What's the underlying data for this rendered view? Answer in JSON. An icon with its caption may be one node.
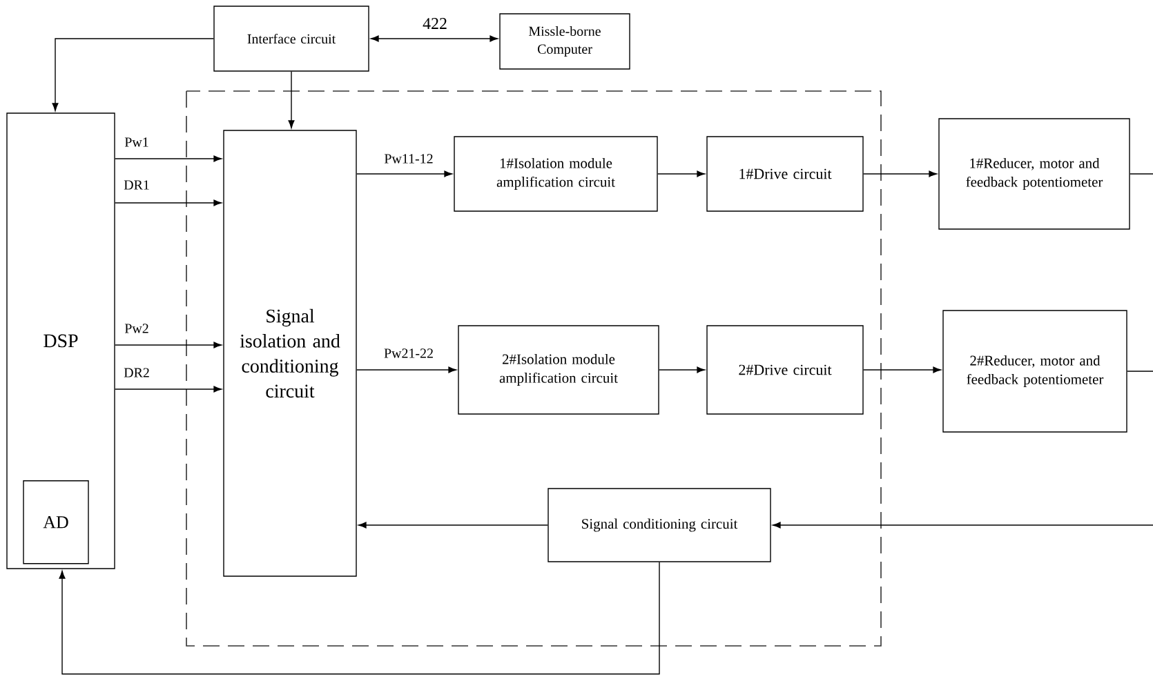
{
  "diagram": {
    "nodes": [
      {
        "text": [
          "Interface circuit"
        ]
      },
      {
        "text": [
          "Missle-borne Computer"
        ]
      },
      {
        "text": [
          "DSP"
        ]
      },
      {
        "text": [
          "AD"
        ],
        "in": 2
      },
      {
        "text": [
          "Signal isolation and conditioning circuit"
        ]
      },
      {
        "text": [
          "1#Isolation module amplification circuit"
        ]
      },
      {
        "text": [
          "1#Drive circuit"
        ]
      },
      {
        "text": [
          "1#Reducer, motor and feedback potentiometer"
        ]
      },
      {
        "text": [
          "2#Isolation module amplification circuit"
        ]
      },
      {
        "text": [
          "2#Drive circuit"
        ]
      },
      {
        "text": [
          "2#Reducer, motor and feedback potentiometer"
        ]
      },
      {
        "text": [
          "Signal conditioning circuit"
        ]
      }
    ],
    "edges": [
      {
        "from": 0,
        "to": 2,
        "arrow": "to"
      },
      {
        "from": 0,
        "to": 1,
        "arrow": "both",
        "label": "422"
      },
      {
        "from": 0,
        "to": 4,
        "arrow": "to"
      },
      {
        "from": 2,
        "to": 4,
        "arrow": "to",
        "label": "Pw1"
      },
      {
        "from": 2,
        "to": 4,
        "arrow": "to",
        "label": "DR1"
      },
      {
        "from": 2,
        "to": 4,
        "arrow": "to",
        "label": "Pw2"
      },
      {
        "from": 2,
        "to": 4,
        "arrow": "to",
        "label": "DR2"
      },
      {
        "from": 4,
        "to": 5,
        "arrow": "to",
        "label": "Pw11-12"
      },
      {
        "from": 5,
        "to": 6,
        "arrow": "to"
      },
      {
        "from": 6,
        "to": 7,
        "arrow": "to"
      },
      {
        "from": 4,
        "to": 8,
        "arrow": "to",
        "label": "Pw21-22"
      },
      {
        "from": 8,
        "to": 9,
        "arrow": "to"
      },
      {
        "from": 9,
        "to": 10,
        "arrow": "to"
      },
      {
        "from": 7,
        "to": null,
        "arrow": "none"
      },
      {
        "from": 10,
        "to": null,
        "arrow": "none"
      },
      {
        "from": null,
        "to": 11,
        "arrow": "to"
      },
      {
        "from": 11,
        "to": 4,
        "arrow": "to"
      },
      {
        "from": 11,
        "to": 2,
        "arrow": "to"
      }
    ]
  }
}
